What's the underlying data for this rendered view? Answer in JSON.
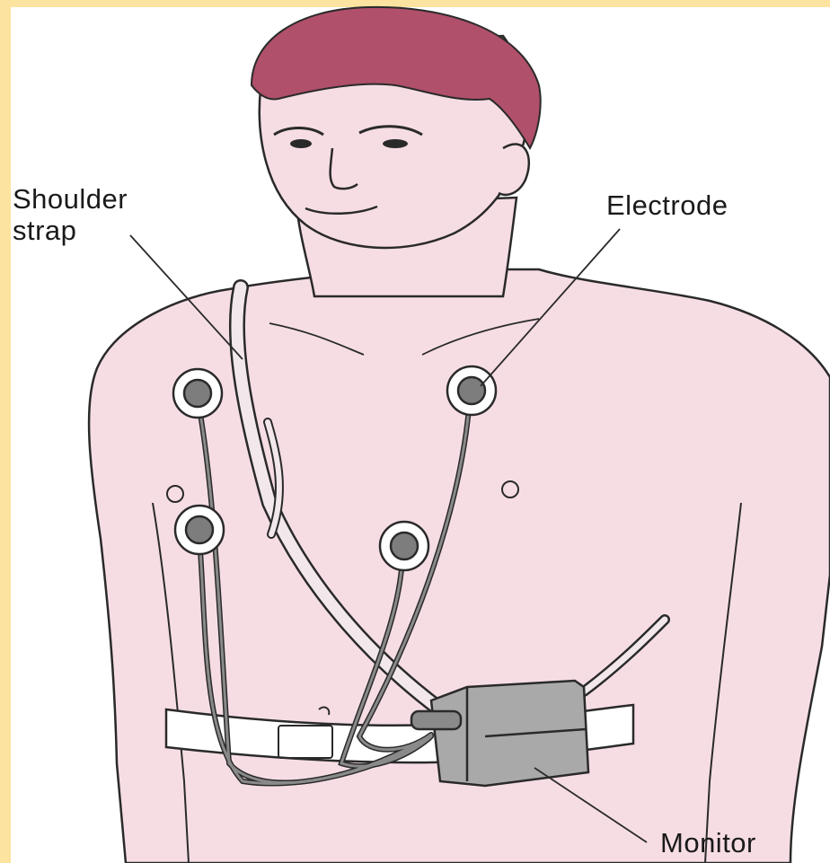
{
  "labels": {
    "shoulder_strap_line1": "Shoulder",
    "shoulder_strap_line2": "strap",
    "electrode": "Electrode",
    "monitor": "Monitor"
  },
  "colors": {
    "border": "#FDE3A0",
    "skin": "#F6DDE4",
    "hair": "#B0506A",
    "device": "#A9A9A9",
    "electrode_pad": "#7D7D7D",
    "outline": "#2a2a2a"
  }
}
